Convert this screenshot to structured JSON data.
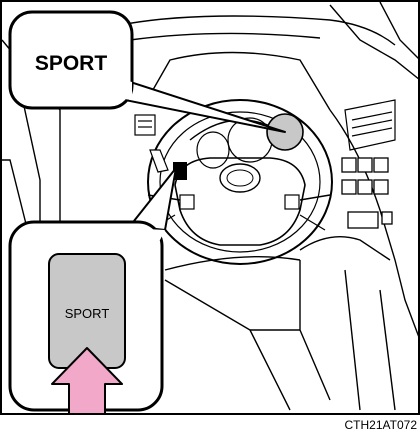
{
  "callout": {
    "label": "SPORT"
  },
  "inset": {
    "button_label": "SPORT"
  },
  "figure_code": "CTH21AT072",
  "colors": {
    "stroke": "#000000",
    "button_fill": "#c8c8c8",
    "arrow_fill": "#f2a8c9"
  }
}
